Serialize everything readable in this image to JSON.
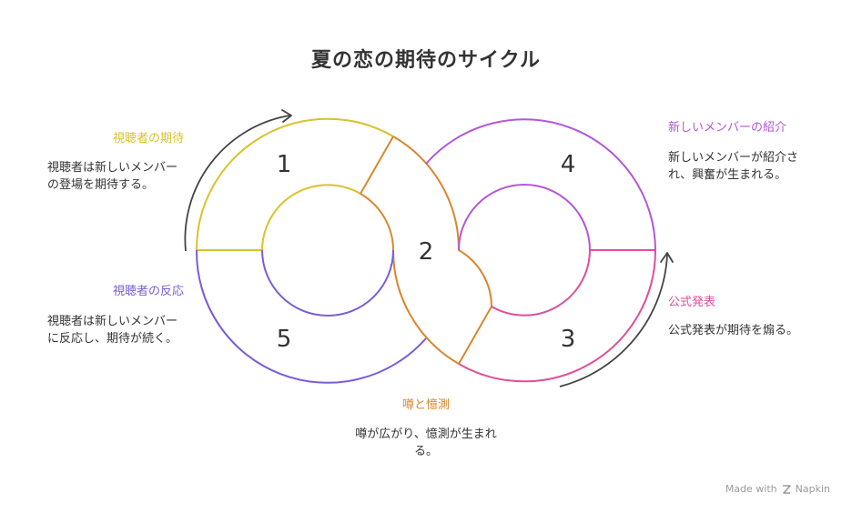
{
  "title": "夏の恋の期待のサイクル",
  "stages": [
    {
      "number": "1",
      "title": "視聴者の期待",
      "desc": "視聴者は新しいメンバーの登場を期待する。",
      "color": "#D9C22E"
    },
    {
      "number": "2",
      "title": "噂と憶測",
      "desc": "噂が広がり、憶測が生まれる。",
      "color": "#D8872E"
    },
    {
      "number": "3",
      "title": "公式発表",
      "desc": "公式発表が期待を煽る。",
      "color": "#DE4F9A"
    },
    {
      "number": "4",
      "title": "新しいメンバーの紹介",
      "desc": "新しいメンバーが紹介され、興奮が生まれる。",
      "color": "#B257D8"
    },
    {
      "number": "5",
      "title": "視聴者の反応",
      "desc": "視聴者は新しいメンバーに反応し、期待が続く。",
      "color": "#7B5CD6"
    }
  ],
  "footer": {
    "made_with": "Made with",
    "brand": "Napkin"
  }
}
